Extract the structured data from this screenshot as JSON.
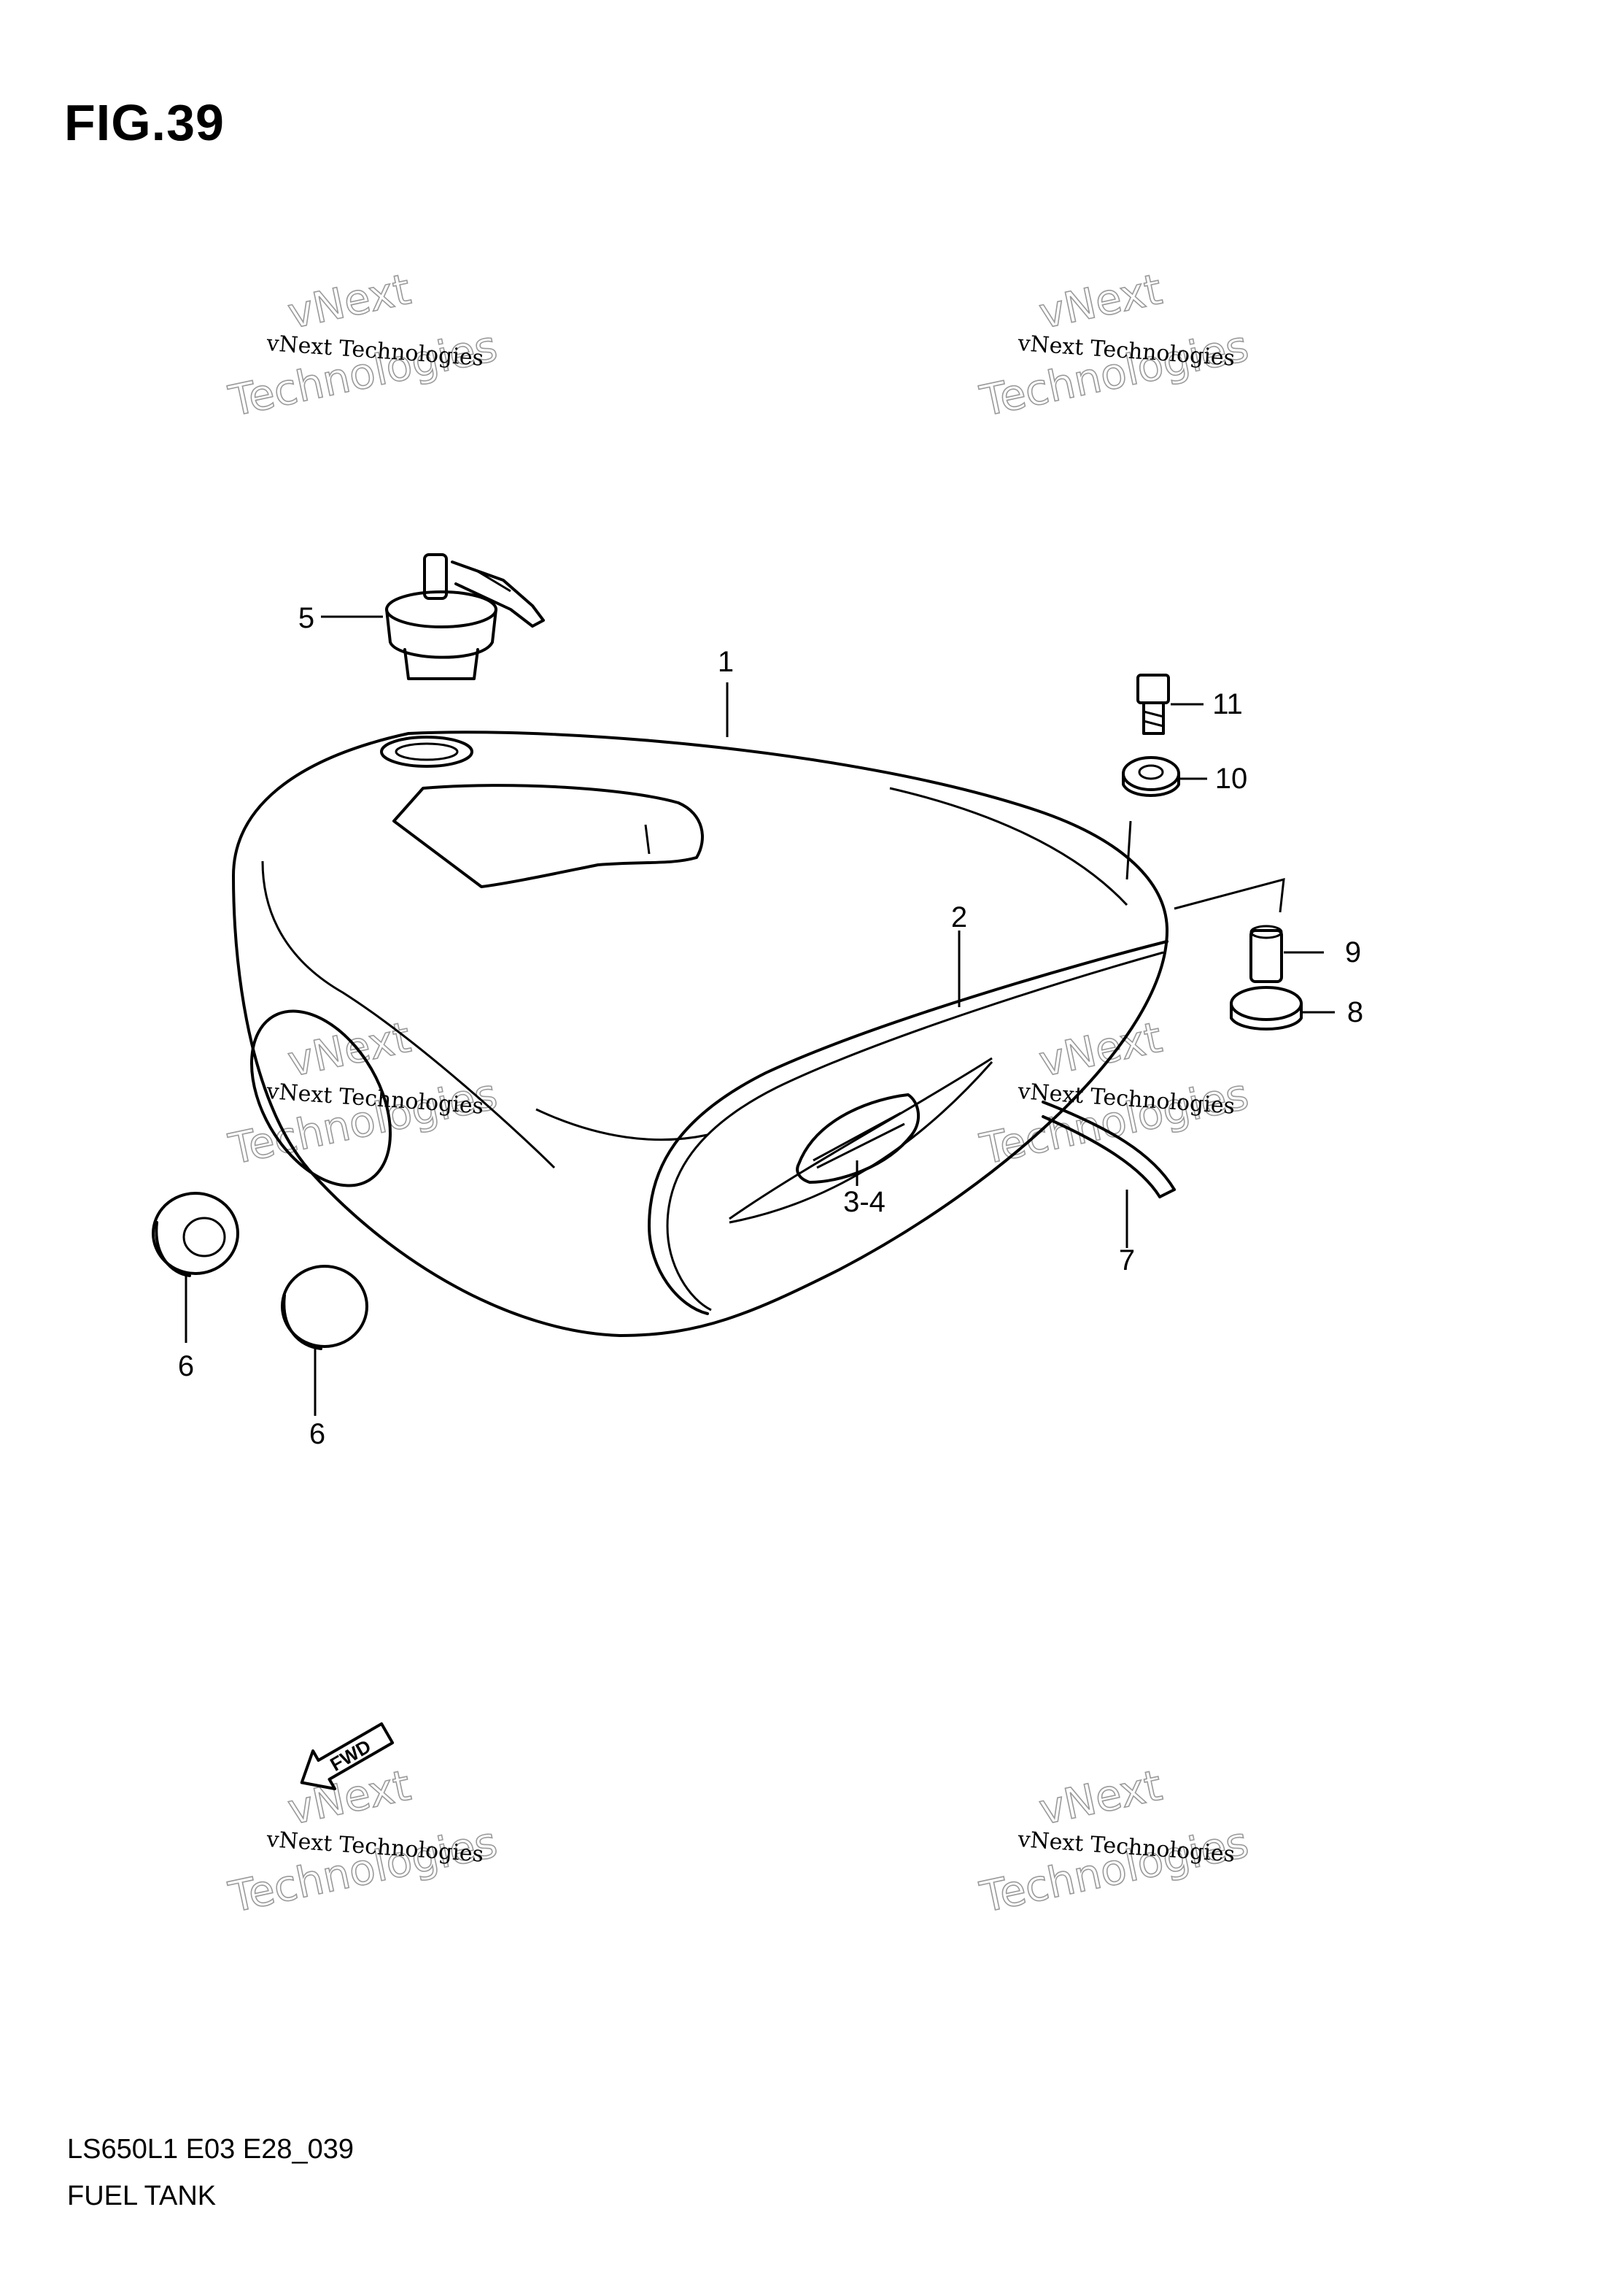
{
  "figure": {
    "title": "FIG.39"
  },
  "footer": {
    "code": "LS650L1 E03 E28_039",
    "name": "FUEL TANK"
  },
  "callouts": [
    "1",
    "2",
    "3-4",
    "5",
    "6",
    "6",
    "7",
    "8",
    "9",
    "10",
    "11"
  ],
  "direction_label": "FWD",
  "watermark": {
    "line1": "vNext Technologies",
    "line2": "vNext",
    "line3": "Technologies"
  }
}
